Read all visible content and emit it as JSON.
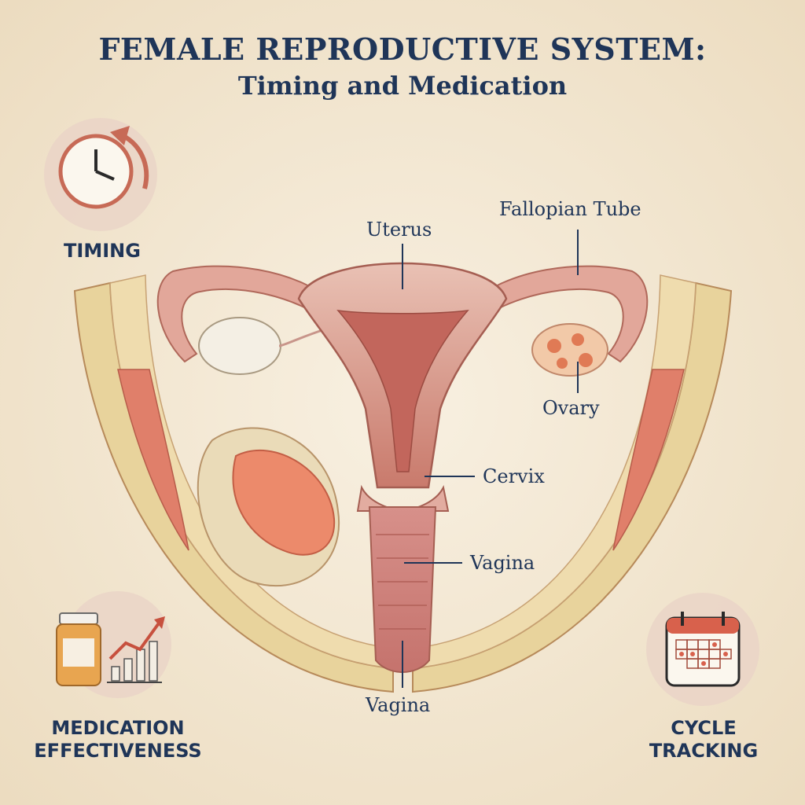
{
  "header": {
    "title": "FEMALE REPRODUCTIVE SYSTEM:",
    "subtitle": "Timing and Medication"
  },
  "badges": {
    "timing": {
      "label": "TIMING",
      "icon": "clock-icon"
    },
    "medication": {
      "label_line1": "MEDICATION",
      "label_line2": "EFFECTIVENESS",
      "icon": "medication-chart-icon"
    },
    "cycle": {
      "label_line1": "CYCLE",
      "label_line2": "TRACKING",
      "icon": "calendar-icon"
    }
  },
  "labels": {
    "uterus": "Uterus",
    "fallopian_tube": "Fallopian Tube",
    "ovary": "Ovary",
    "cervix": "Cervix",
    "vagina_mid": "Vagina",
    "vagina_bottom": "Vagina"
  },
  "colors": {
    "ink": "#1f3558",
    "background": "#f3e9d6",
    "tissue": "#d99a8e",
    "muscle": "#e0826e",
    "accent": "#d35f4a"
  }
}
